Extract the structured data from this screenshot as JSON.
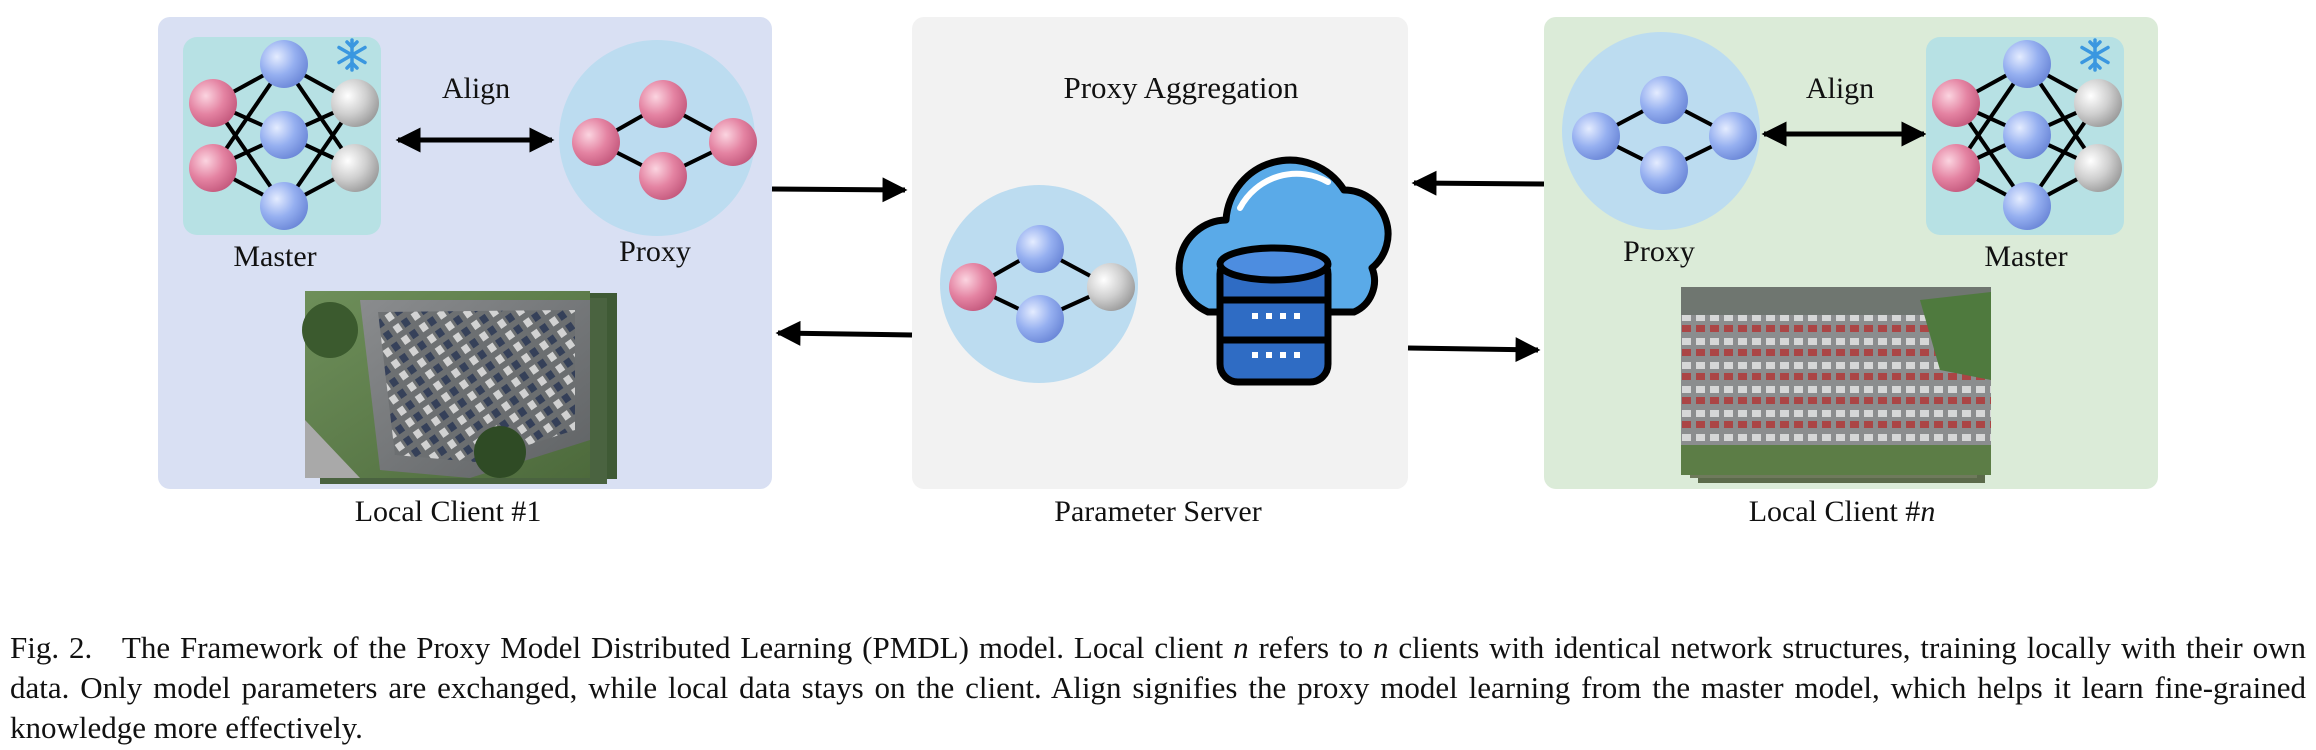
{
  "figure": {
    "client_left": {
      "label_prefix": "Local Client #",
      "label_num": "1",
      "master_label": "Master",
      "proxy_label": "Proxy",
      "align_label": "Align",
      "photo": "parking-lot-aerial-photo"
    },
    "server": {
      "title": "Proxy Aggregation",
      "label": "Parameter Server",
      "icon": "cloud-database-icon"
    },
    "client_right": {
      "label_prefix": "Local Client #",
      "label_num": "n",
      "master_label": "Master",
      "proxy_label": "Proxy",
      "align_label": "Align",
      "photo": "parking-lot-aerial-photo"
    },
    "colors": {
      "client_left_bg": "#d9e0f3",
      "server_bg": "#f2f2f2",
      "client_right_bg": "#dbebd8",
      "master_bg": "#b7e1e4",
      "proxy_bg": "#bcdcf0",
      "node_pink": "#e07a9a",
      "node_blue": "#8aa6e8",
      "node_gray": "#bdbdbd",
      "snowflake": "#3a97e0"
    }
  },
  "caption": {
    "prefix": "Fig. 2.",
    "part1": "The Framework of the Proxy Model Distributed Learning (PMDL) model. Local client ",
    "var1": "n",
    "part2": " refers to ",
    "var2": "n",
    "part3": " clients with identical network structures, training locally with their own data. Only model parameters are exchanged, while local data stays on the client. Align signifies the proxy model learning from the master model, which helps it learn fine-grained knowledge more effectively."
  }
}
